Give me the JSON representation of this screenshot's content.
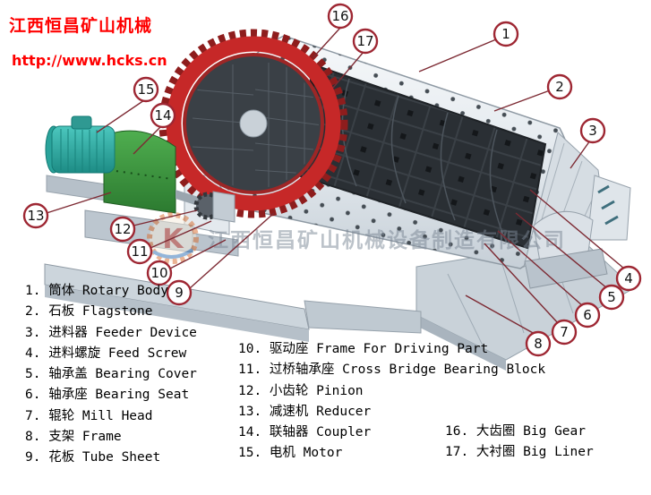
{
  "header": {
    "company_name": "江西恒昌矿山机械",
    "website": "http://www.hcks.cn"
  },
  "watermark": {
    "text": "江西恒昌矿山机械设备制造有限公司",
    "logo_letter": "K"
  },
  "callouts": {
    "labels": [
      "1",
      "2",
      "3",
      "4",
      "5",
      "6",
      "7",
      "8",
      "9",
      "10",
      "11",
      "12",
      "13",
      "14",
      "15",
      "16",
      "17"
    ]
  },
  "legend": {
    "col1": [
      "1. 筒体 Rotary Body",
      "2. 石板 Flagstone",
      "3. 进料器  Feeder Device",
      "4. 进料螺旋  Feed Screw",
      "5. 轴承盖  Bearing Cover",
      "6. 轴承座  Bearing Seat",
      "7. 辊轮  Mill Head",
      "8. 支架  Frame",
      "9. 花板  Tube Sheet"
    ],
    "col2": [
      "10. 驱动座  Frame For Driving Part",
      "11. 过桥轴承座 Cross Bridge Bearing Block",
      "12. 小齿轮  Pinion",
      "13. 减速机  Reducer",
      "14. 联轴器  Coupler",
      "15. 电机  Motor"
    ],
    "col3": [
      "16. 大齿圈  Big Gear",
      "17. 大衬圈  Big Liner"
    ]
  }
}
